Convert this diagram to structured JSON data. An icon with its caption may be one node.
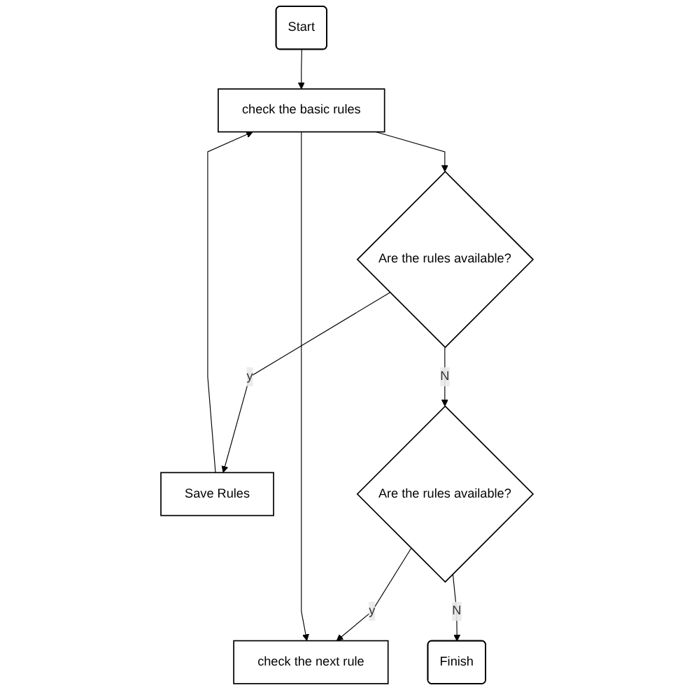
{
  "diagram": {
    "nodes": [
      {
        "text": [
          "Start"
        ]
      },
      {
        "text": [
          "check the basic rules"
        ]
      },
      {
        "text": [
          "Are the rules available?"
        ]
      },
      {
        "text": [
          "Save Rules"
        ]
      },
      {
        "text": [
          "Are the rules available?"
        ]
      },
      {
        "text": [
          "check the next rule"
        ]
      },
      {
        "text": [
          "Finish"
        ]
      }
    ],
    "edges": [
      {
        "from": 0,
        "to": 1,
        "arrow": "to"
      },
      {
        "from": 1,
        "to": 2,
        "arrow": "to"
      },
      {
        "from": 2,
        "to": 3,
        "label": "y",
        "arrow": "to"
      },
      {
        "from": 3,
        "to": 1,
        "arrow": "to"
      },
      {
        "from": 2,
        "to": 4,
        "label": "N",
        "arrow": "to"
      },
      {
        "from": 4,
        "to": 5,
        "label": "y",
        "arrow": "to"
      },
      {
        "from": 1,
        "to": 5,
        "arrow": "to"
      },
      {
        "from": 4,
        "to": 6,
        "label": "N",
        "arrow": "to"
      }
    ]
  }
}
